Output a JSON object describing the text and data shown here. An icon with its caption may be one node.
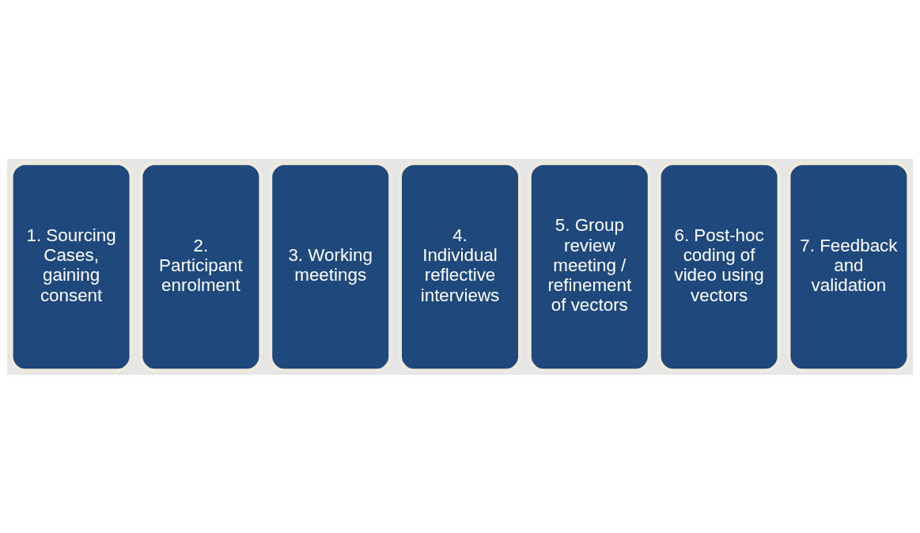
{
  "diagram": {
    "nodes": [
      {
        "text": [
          "1. Sourcing Cases, gaining consent"
        ]
      },
      {
        "text": [
          "2. Participant enrolment"
        ]
      },
      {
        "text": [
          "3. Working meetings"
        ]
      },
      {
        "text": [
          "4. Individual reflective interviews"
        ]
      },
      {
        "text": [
          "5. Group review meeting / refinement of vectors"
        ]
      },
      {
        "text": [
          "6. Post-hoc coding of video using vectors"
        ]
      },
      {
        "text": [
          "7. Feedback and validation"
        ]
      }
    ]
  }
}
